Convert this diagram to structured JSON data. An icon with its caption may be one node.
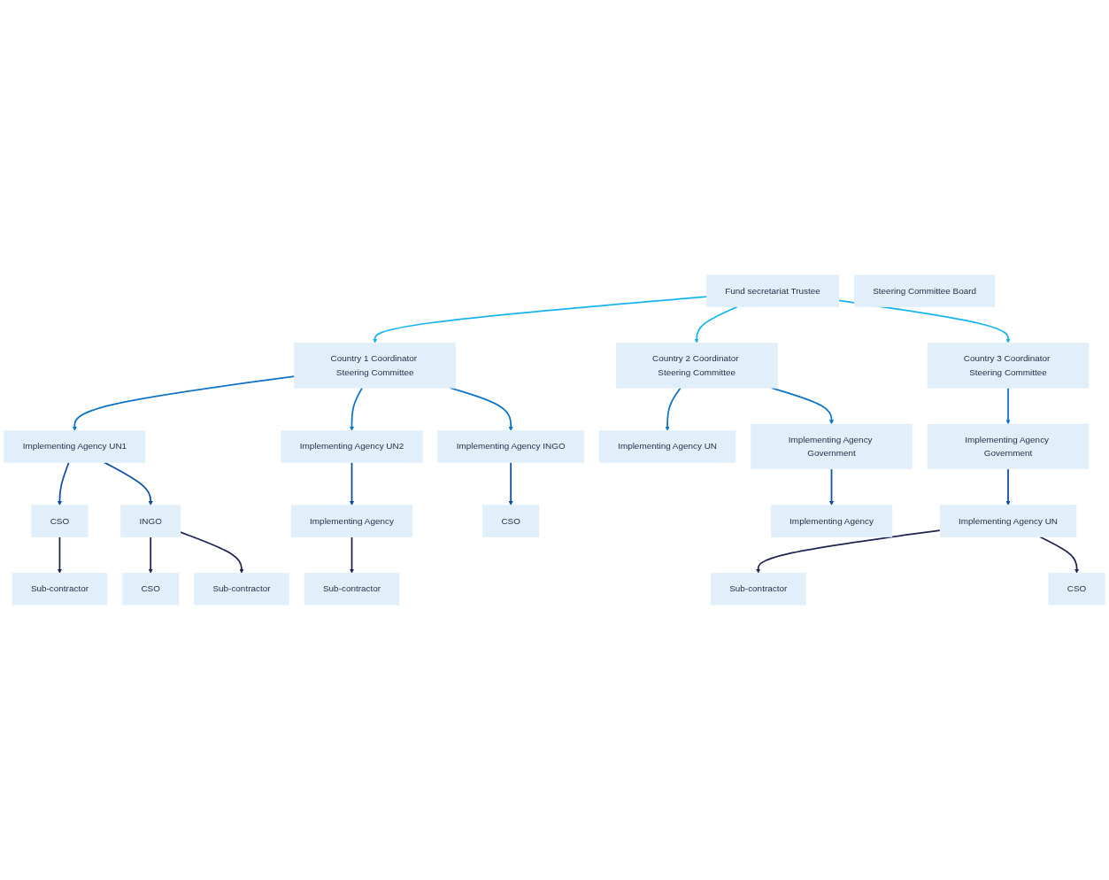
{
  "diagram": {
    "nodes": [
      {
        "text": [
          "Fund secretariat Trustee"
        ]
      },
      {
        "text": [
          "Steering Committee Board"
        ]
      },
      {
        "text": [
          "Country 1 Coordinator Steering Committee"
        ]
      },
      {
        "text": [
          "Country 2 Coordinator Steering Committee"
        ]
      },
      {
        "text": [
          "Country 3 Coordinator Steering Committee"
        ]
      },
      {
        "text": [
          "Implementing Agency UN1"
        ]
      },
      {
        "text": [
          "Implementing Agency UN2"
        ]
      },
      {
        "text": [
          "Implementing Agency INGO"
        ]
      },
      {
        "text": [
          "Implementing Agency UN"
        ]
      },
      {
        "text": [
          "Implementing Agency Government"
        ]
      },
      {
        "text": [
          "Implementing Agency Government"
        ]
      },
      {
        "text": [
          "CSO"
        ]
      },
      {
        "text": [
          "INGO"
        ]
      },
      {
        "text": [
          "Implementing Agency"
        ]
      },
      {
        "text": [
          "CSO"
        ]
      },
      {
        "text": [
          "Implementing Agency"
        ]
      },
      {
        "text": [
          "Implementing Agency UN"
        ]
      },
      {
        "text": [
          "Sub-contractor"
        ]
      },
      {
        "text": [
          "CSO"
        ]
      },
      {
        "text": [
          "Sub-contractor"
        ]
      },
      {
        "text": [
          "Sub-contractor"
        ]
      },
      {
        "text": [
          "Sub-contractor"
        ]
      },
      {
        "text": [
          "CSO"
        ]
      }
    ],
    "edges": [
      {
        "from": 0,
        "to": 2,
        "arrow": "to",
        "color": "#14b4f0"
      },
      {
        "from": 0,
        "to": 3,
        "arrow": "to",
        "color": "#14b4f0"
      },
      {
        "from": 0,
        "to": 4,
        "arrow": "to",
        "color": "#14b4f0"
      },
      {
        "from": 2,
        "to": 5,
        "arrow": "to",
        "color": "#0a73c8"
      },
      {
        "from": 2,
        "to": 6,
        "arrow": "to",
        "color": "#0a73c8"
      },
      {
        "from": 2,
        "to": 7,
        "arrow": "to",
        "color": "#0a73c8"
      },
      {
        "from": 3,
        "to": 8,
        "arrow": "to",
        "color": "#0a73c8"
      },
      {
        "from": 3,
        "to": 9,
        "arrow": "to",
        "color": "#0a73c8"
      },
      {
        "from": 4,
        "to": 10,
        "arrow": "to",
        "color": "#0a73c8"
      },
      {
        "from": 5,
        "to": 11,
        "arrow": "to",
        "color": "#0b4ea2"
      },
      {
        "from": 5,
        "to": 12,
        "arrow": "to",
        "color": "#0b4ea2"
      },
      {
        "from": 6,
        "to": 13,
        "arrow": "to",
        "color": "#0b4ea2"
      },
      {
        "from": 7,
        "to": 14,
        "arrow": "to",
        "color": "#0b4ea2"
      },
      {
        "from": 9,
        "to": 15,
        "arrow": "to",
        "color": "#0b4ea2"
      },
      {
        "from": 10,
        "to": 16,
        "arrow": "to",
        "color": "#0b4ea2"
      },
      {
        "from": 11,
        "to": 17,
        "arrow": "to",
        "color": "#1f2352"
      },
      {
        "from": 12,
        "to": 18,
        "arrow": "to",
        "color": "#1f2352"
      },
      {
        "from": 12,
        "to": 19,
        "arrow": "to",
        "color": "#1f2352"
      },
      {
        "from": 13,
        "to": 20,
        "arrow": "to",
        "color": "#1f2352"
      },
      {
        "from": 16,
        "to": 21,
        "arrow": "to",
        "color": "#1f2352"
      },
      {
        "from": 16,
        "to": 22,
        "arrow": "to",
        "color": "#1f2352"
      }
    ]
  }
}
